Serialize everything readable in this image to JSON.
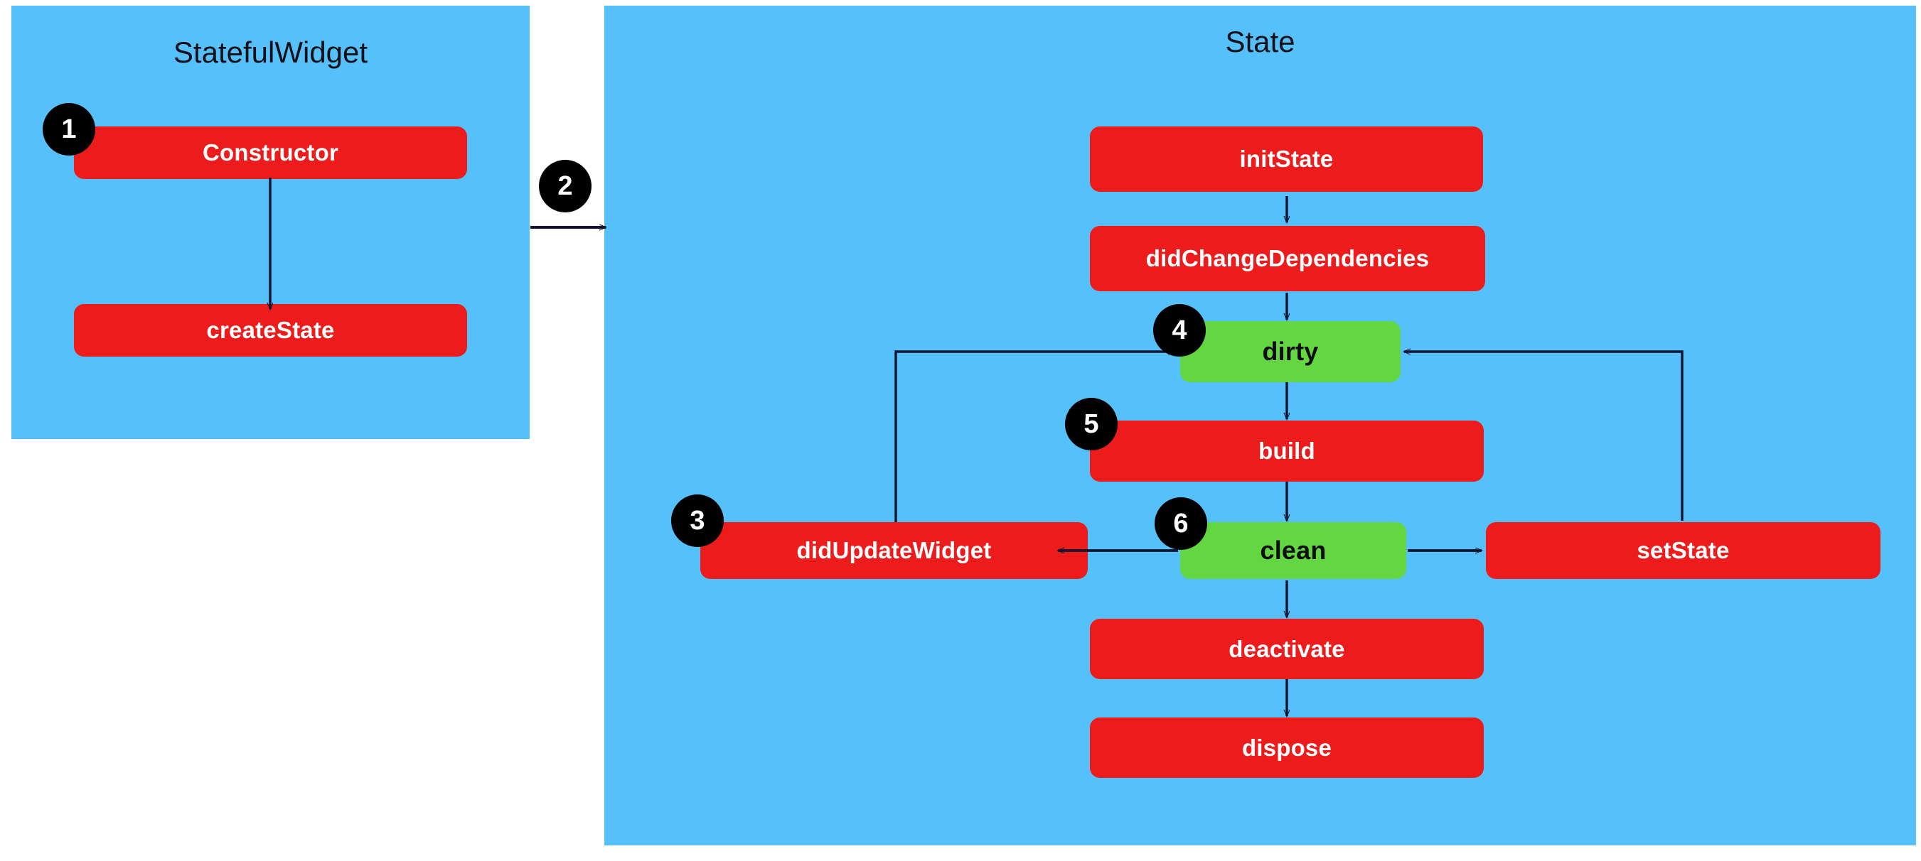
{
  "diagram": {
    "title_left": "StatefulWidget",
    "title_right": "State",
    "colors": {
      "panel_blue": "#55C0FA",
      "node_red": "#EC1C1C",
      "node_green": "#62D742",
      "badge_black": "#000000",
      "edge_navy": "#141430",
      "page_white": "#FFFFFF"
    }
  },
  "panels": {
    "stateful_widget": {
      "title": "StatefulWidget",
      "nodes": [
        {
          "id": "constructor",
          "label": "Constructor",
          "kind": "red"
        },
        {
          "id": "createState",
          "label": "createState",
          "kind": "red"
        }
      ]
    },
    "state": {
      "title": "State",
      "nodes": [
        {
          "id": "initState",
          "label": "initState",
          "kind": "red"
        },
        {
          "id": "didChangeDependencies",
          "label": "didChangeDependencies",
          "kind": "red"
        },
        {
          "id": "dirty",
          "label": "dirty",
          "kind": "green"
        },
        {
          "id": "build",
          "label": "build",
          "kind": "red"
        },
        {
          "id": "didUpdateWidget",
          "label": "didUpdateWidget",
          "kind": "red"
        },
        {
          "id": "clean",
          "label": "clean",
          "kind": "green"
        },
        {
          "id": "setState",
          "label": "setState",
          "kind": "red"
        },
        {
          "id": "deactivate",
          "label": "deactivate",
          "kind": "red"
        },
        {
          "id": "dispose",
          "label": "dispose",
          "kind": "red"
        }
      ]
    }
  },
  "badges": [
    {
      "id": "badge-1",
      "number": "1",
      "attached_to": "constructor"
    },
    {
      "id": "badge-2",
      "number": "2",
      "attached_to": "cross-panel-arrow"
    },
    {
      "id": "badge-3",
      "number": "3",
      "attached_to": "didUpdateWidget"
    },
    {
      "id": "badge-4",
      "number": "4",
      "attached_to": "dirty"
    },
    {
      "id": "badge-5",
      "number": "5",
      "attached_to": "build"
    },
    {
      "id": "badge-6",
      "number": "6",
      "attached_to": "clean"
    }
  ],
  "edges": [
    {
      "from": "constructor",
      "to": "createState",
      "style": "straight-down"
    },
    {
      "from": "stateful_widget_panel",
      "to": "state_panel",
      "style": "straight-right"
    },
    {
      "from": "initState",
      "to": "didChangeDependencies",
      "style": "straight-down"
    },
    {
      "from": "didChangeDependencies",
      "to": "dirty",
      "style": "straight-down"
    },
    {
      "from": "dirty",
      "to": "build",
      "style": "straight-down"
    },
    {
      "from": "build",
      "to": "clean",
      "style": "straight-down"
    },
    {
      "from": "clean",
      "to": "didUpdateWidget",
      "style": "straight-left"
    },
    {
      "from": "clean",
      "to": "setState",
      "style": "straight-right"
    },
    {
      "from": "clean",
      "to": "deactivate",
      "style": "straight-down"
    },
    {
      "from": "deactivate",
      "to": "dispose",
      "style": "straight-down"
    },
    {
      "from": "didUpdateWidget",
      "to": "dirty",
      "style": "elbow-up-right"
    },
    {
      "from": "setState",
      "to": "dirty",
      "style": "elbow-up-left"
    }
  ]
}
